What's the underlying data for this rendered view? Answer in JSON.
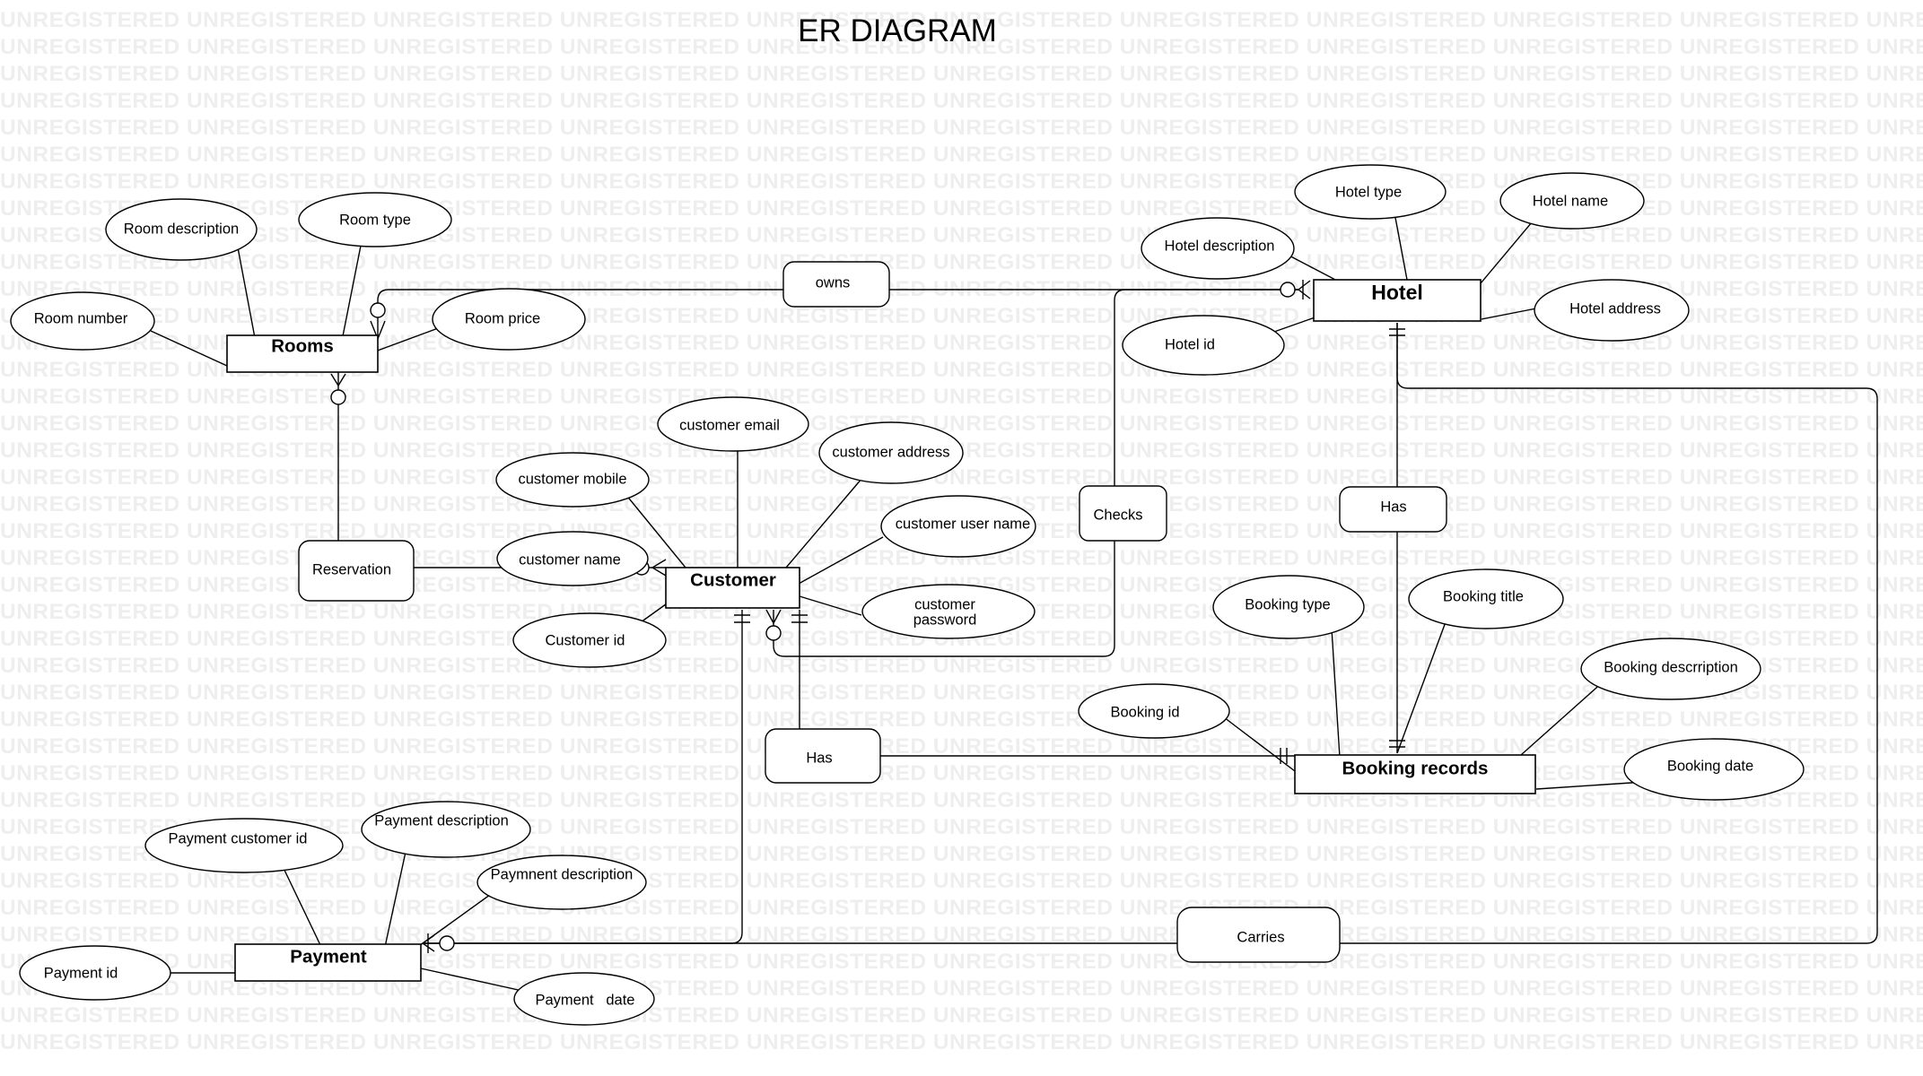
{
  "watermark": "UNREGISTERED",
  "title": "ER DIAGRAM",
  "entities": {
    "rooms": "Rooms",
    "hotel": "Hotel",
    "customer": "Customer",
    "booking_records": "Booking records",
    "payment": "Payment"
  },
  "relationships": {
    "owns": "owns",
    "checks": "Checks",
    "has_hotel_booking": "Has",
    "reservation": "Reservation",
    "has_customer_booking": "Has",
    "carries": "Carries"
  },
  "attributes": {
    "room_description": "Room description",
    "room_type": "Room type",
    "room_number": "Room number",
    "room_price": "Room price",
    "hotel_type": "Hotel type",
    "hotel_name": "Hotel name",
    "hotel_description": "Hotel description",
    "hotel_address": "Hotel address",
    "hotel_id": "Hotel id",
    "customer_email": "customer email",
    "customer_address": "customer address",
    "customer_mobile": "customer mobile",
    "customer_user_name": "customer user name",
    "customer_name": "customer name",
    "customer_password_line1": "customer",
    "customer_password_line2": "password",
    "customer_id": "Customer id",
    "booking_type": "Booking type",
    "booking_title": "Booking title",
    "booking_description": "Booking descrription",
    "booking_id": "Booking id",
    "booking_date": "Booking date",
    "payment_customer_id": "Payment customer id",
    "payment_description": "Payment description",
    "paymnent_description": "Paymnent description",
    "payment_id": "Payment id",
    "payment_date": "Payment   date"
  }
}
